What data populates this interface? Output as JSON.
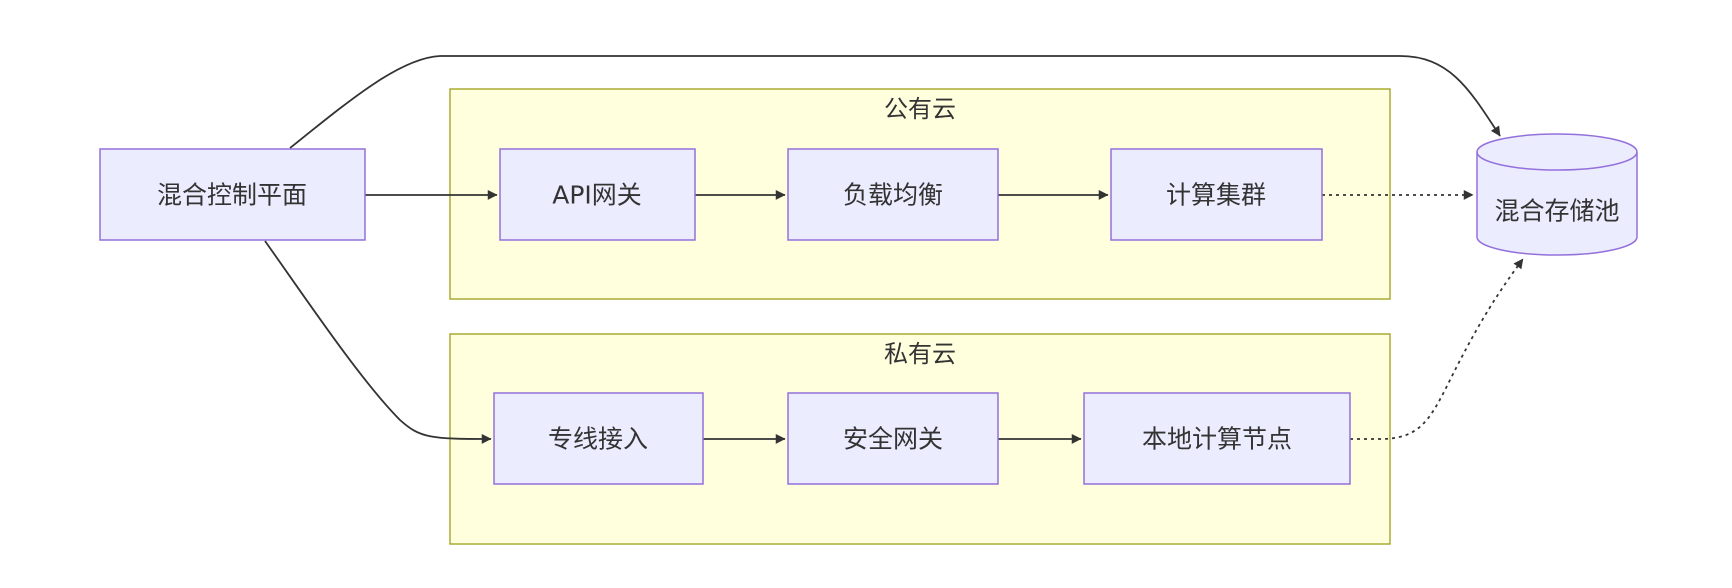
{
  "clusters": {
    "public": {
      "label": "公有云"
    },
    "private": {
      "label": "私有云"
    }
  },
  "nodes": {
    "control": {
      "label": "混合控制平面",
      "shape": "rectangle"
    },
    "api_gateway": {
      "label": "API网关",
      "shape": "rectangle"
    },
    "load_balancer": {
      "label": "负载均衡",
      "shape": "rectangle"
    },
    "compute_cluster": {
      "label": "计算集群",
      "shape": "rectangle"
    },
    "dedicated_line": {
      "label": "专线接入",
      "shape": "rectangle"
    },
    "security_gateway": {
      "label": "安全网关",
      "shape": "rectangle"
    },
    "local_compute": {
      "label": "本地计算节点",
      "shape": "rectangle"
    },
    "storage": {
      "label": "混合存储池",
      "shape": "cylinder"
    }
  },
  "edges": [
    {
      "from": "control",
      "to": "api_gateway",
      "style": "solid"
    },
    {
      "from": "control",
      "to": "dedicated_line",
      "style": "solid"
    },
    {
      "from": "control",
      "to": "storage",
      "style": "solid"
    },
    {
      "from": "api_gateway",
      "to": "load_balancer",
      "style": "solid"
    },
    {
      "from": "load_balancer",
      "to": "compute_cluster",
      "style": "solid"
    },
    {
      "from": "compute_cluster",
      "to": "storage",
      "style": "dotted"
    },
    {
      "from": "dedicated_line",
      "to": "security_gateway",
      "style": "solid"
    },
    {
      "from": "security_gateway",
      "to": "local_compute",
      "style": "solid"
    },
    {
      "from": "local_compute",
      "to": "storage",
      "style": "dotted"
    }
  ],
  "colors": {
    "cluster_fill": "#ffffde",
    "cluster_stroke": "#aaaa33",
    "node_fill": "#ececff",
    "node_stroke": "#9370db",
    "edge": "#333333",
    "text": "#333333"
  }
}
